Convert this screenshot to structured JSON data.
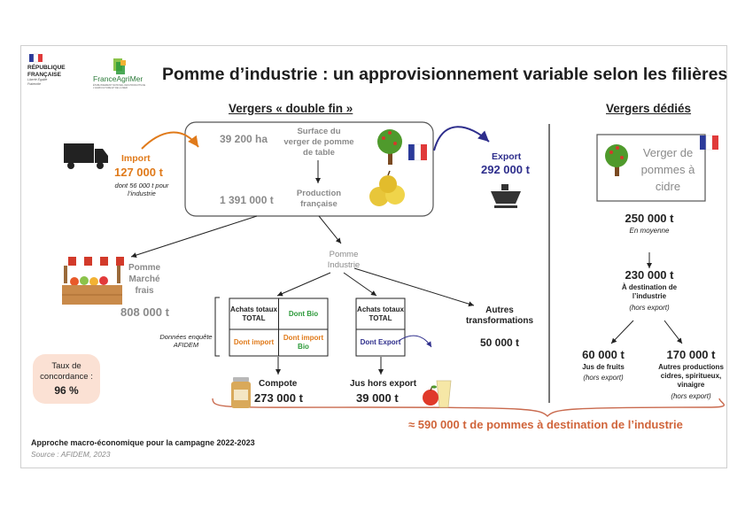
{
  "logos": {
    "republique_line1": "RÉPUBLIQUE",
    "republique_line2": "FRANÇAISE",
    "motto": "Liberté Égalité Fraternité",
    "franceagrimer": "FranceAgriMer",
    "franceagrimer_sub": "ÉTABLISSEMENT NATIONAL DES PRODUITS DE L'AGRICULTURE ET DE LA MER"
  },
  "title": "Pomme d’industrie : un approvisionnement variable selon les filières",
  "double_fin": {
    "header": "Vergers « double fin »",
    "surface_value": "39 200 ha",
    "surface_label": "Surface du verger de pomme de table",
    "production_value": "1 391 000 t",
    "production_label": "Production française"
  },
  "import": {
    "label": "Import",
    "value": "127 000 t",
    "note": "dont 56 000 t pour l’industrie"
  },
  "export": {
    "label": "Export",
    "value": "292 000 t"
  },
  "marche": {
    "label": "Pomme Marché frais",
    "value": "808 000 t"
  },
  "industrie": {
    "label": "Pomme Industrie"
  },
  "enquete_label": "Données enquête AFIDEM",
  "table1": {
    "achats": "Achats totaux TOTAL",
    "dont_bio": "Dont Bio",
    "dont_import": "Dont import",
    "dont_import_bio_a": "Dont import",
    "dont_import_bio_b": "Bio"
  },
  "table2": {
    "achats": "Achats totaux TOTAL",
    "dont_export": "Dont Export"
  },
  "compote": {
    "label": "Compote",
    "value": "273 000 t"
  },
  "jus_export": {
    "label": "Jus hors export",
    "value": "39 000 t"
  },
  "autres_transfo": {
    "label": "Autres transformations",
    "value": "50 000 t"
  },
  "concordance": {
    "label": "Taux de concordance :",
    "value": "96 %"
  },
  "total_line": "≈ 590 000 t de pommes à destination de l’industrie",
  "dedies": {
    "header": "Vergers dédiés",
    "verger_label": "Verger de pommes à cidre",
    "moyenne_value": "250 000 t",
    "moyenne_label": "En moyenne",
    "industrie_value": "230 000 t",
    "industrie_label": "À destination de l’industrie",
    "industrie_note": "(hors export)",
    "jus_value": "60 000 t",
    "jus_label": "Jus de fruits",
    "jus_note": "(hors export)",
    "autres_value": "170 000 t",
    "autres_label": "Autres productions cidres, spiritueux, vinaigre",
    "autres_note": "(hors export)"
  },
  "footer": {
    "approche": "Approche macro-économique pour la campagne 2022-2023",
    "source": "Source : AFIDEM, 2023"
  },
  "colors": {
    "orange": "#e07a1a",
    "navy": "#2e2e8c",
    "green": "#2c9a3a",
    "pink_box": "#fbe1d4",
    "tan_line": "#c96a4e"
  }
}
